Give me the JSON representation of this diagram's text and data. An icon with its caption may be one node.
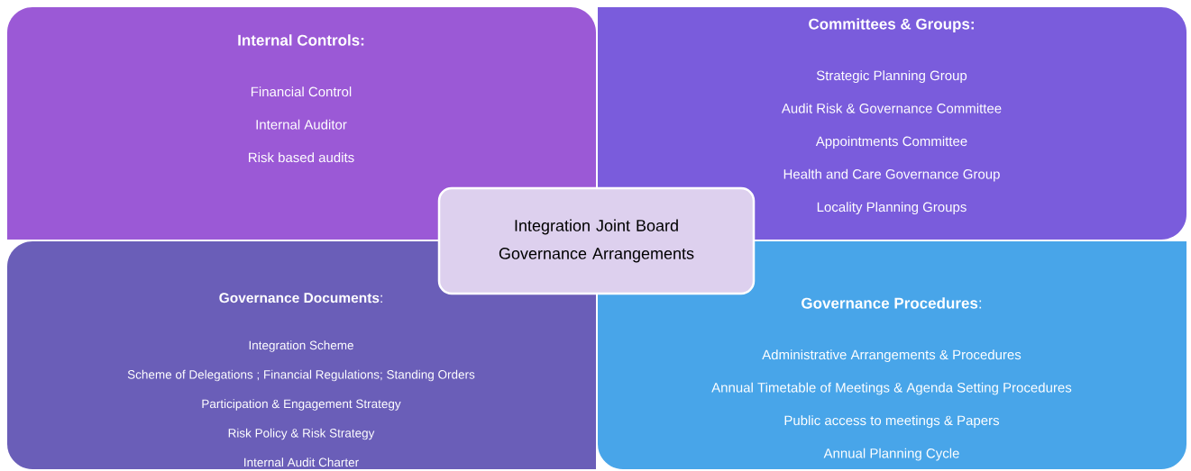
{
  "diagram": {
    "nodes": [
      {
        "text": [
          "Internal Controls:",
          "Financial Control",
          "Internal Auditor",
          "Risk based audits"
        ]
      },
      {
        "text": [
          "Committees & Groups:",
          "Strategic Planning Group",
          "Audit Risk & Governance Committee",
          "Appointments Committee",
          "Health and Care Governance Group",
          "Locality Planning Groups"
        ]
      },
      {
        "text": [
          "Integration Joint Board Governance Arrangements"
        ]
      },
      {
        "text": [
          "**Governance Documents**:",
          "Integration Scheme",
          "Scheme of Delegations ; Financial Regulations; Standing Orders",
          "Participation & Engagement Strategy",
          "Risk Policy & Risk Strategy",
          "Internal Audit Charter"
        ]
      },
      {
        "text": [
          "**Governance Procedures**:",
          "Administrative Arrangements & Procedures",
          "Annual Timetable of Meetings & Agenda Setting Procedures",
          "Public access to meetings & Papers",
          "Annual Planning Cycle"
        ]
      }
    ]
  }
}
